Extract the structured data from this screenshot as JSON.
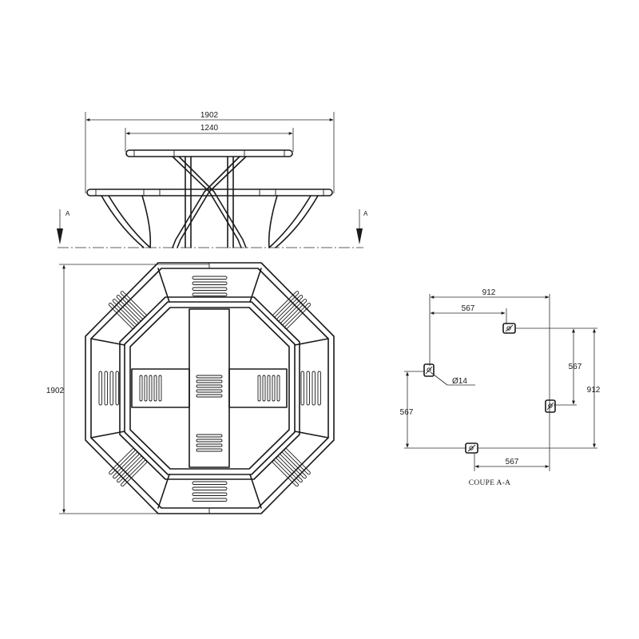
{
  "elevation": {
    "overall_width": "1902",
    "top_width": "1240",
    "section_mark_left": "A",
    "section_mark_right": "A"
  },
  "plan": {
    "overall_height": "1902"
  },
  "section": {
    "width_912": "912",
    "width_567": "567",
    "right_567": "567",
    "right_912": "912",
    "left_567": "567",
    "bottom_567": "567",
    "hole_diameter": "Ø14",
    "caption": "COUPE A-A"
  }
}
